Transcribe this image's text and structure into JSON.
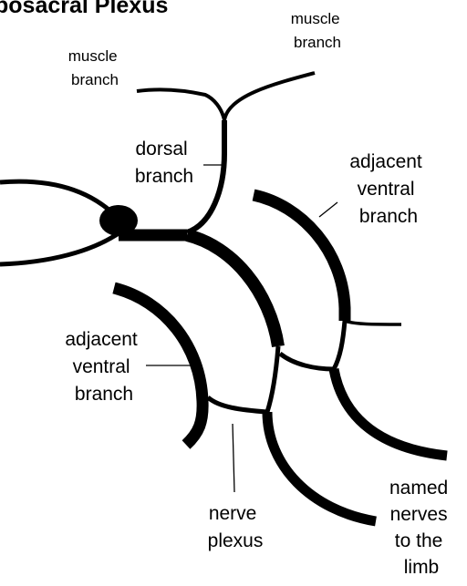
{
  "title": "bosacral Plexus",
  "labels": {
    "muscle_branch_left": [
      "muscle",
      "branch"
    ],
    "muscle_branch_right": [
      "muscle",
      "branch"
    ],
    "dorsal_branch": [
      "dorsal",
      "branch"
    ],
    "adjacent_ventral_branch_right": [
      "adjacent",
      "ventral",
      "branch"
    ],
    "adjacent_ventral_branch_left": [
      "adjacent",
      "ventral",
      "branch"
    ],
    "nerve_plexus": [
      "nerve",
      "plexus"
    ],
    "named_nerves": [
      "named",
      "nerves",
      "to the",
      "limb"
    ]
  },
  "colors": {
    "ink": "#000000",
    "background": "#ffffff"
  }
}
